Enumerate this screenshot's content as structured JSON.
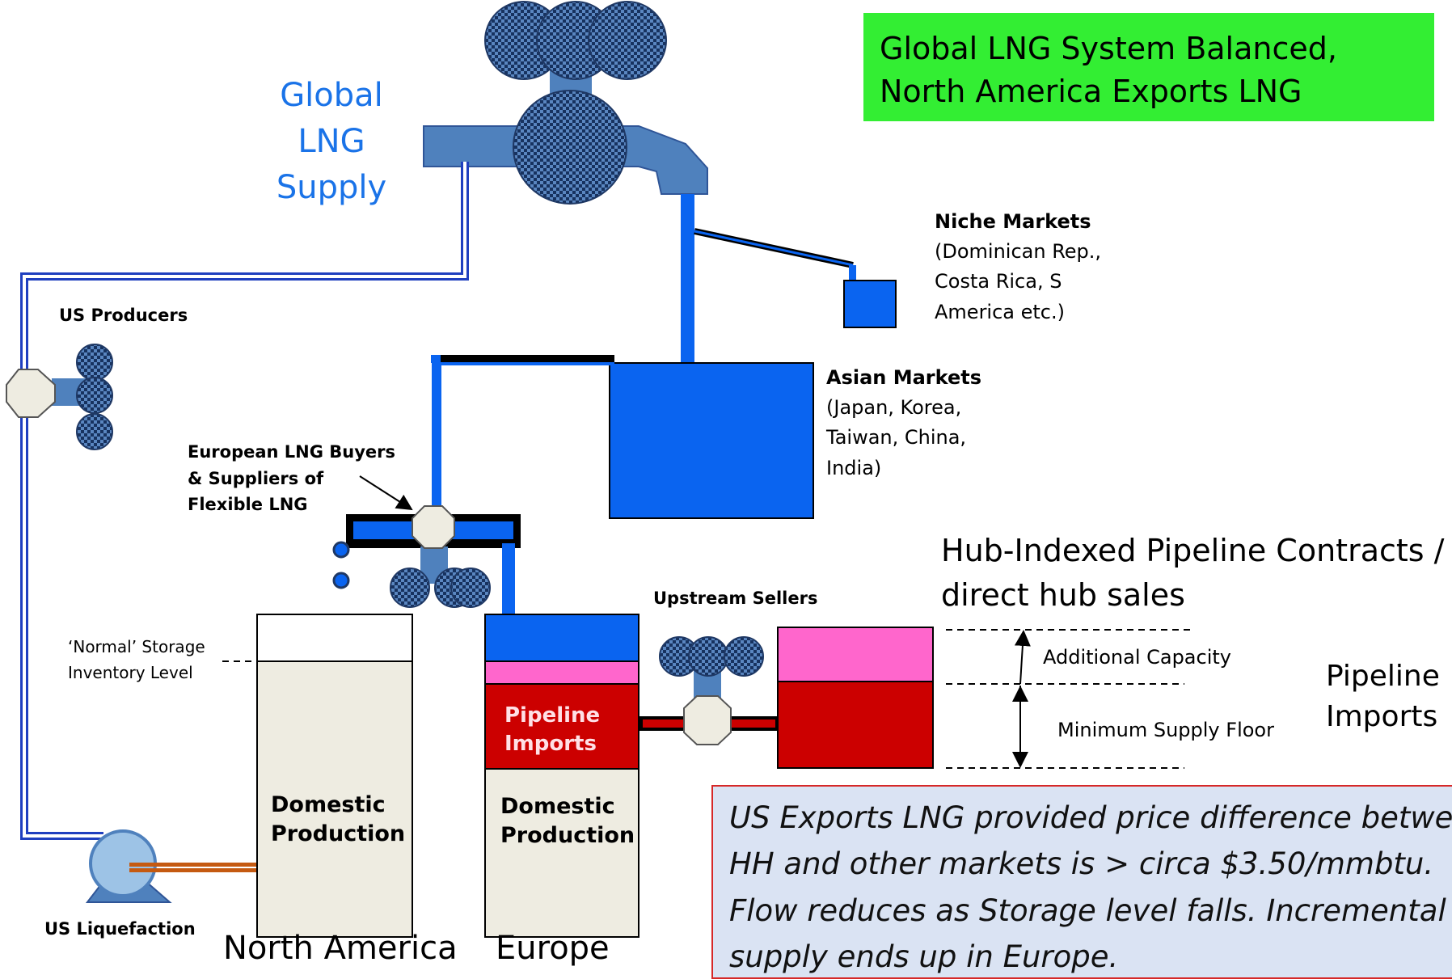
{
  "title_box": {
    "line1": "Global LNG System Balanced,",
    "line2": "North America Exports LNG",
    "color": "#33ee33"
  },
  "global_supply": {
    "line1": "Global",
    "line2": "LNG",
    "line3": "Supply"
  },
  "niche_markets": {
    "title": "Niche Markets",
    "line1": "(Dominican Rep.,",
    "line2": "Costa Rica, S",
    "line3": "America etc.)"
  },
  "asian_markets": {
    "title": "Asian Markets",
    "line1": "(Japan, Korea,",
    "line2": "Taiwan, China,",
    "line3": "India)"
  },
  "us_producers": "US Producers",
  "us_liquefaction": "US Liquefaction",
  "european_buyers": {
    "line1": "European LNG Buyers",
    "line2": "& Suppliers of",
    "line3": "Flexible LNG"
  },
  "storage_level": {
    "line1": "‘Normal’ Storage",
    "line2": "Inventory Level"
  },
  "north_america": {
    "label": "North America",
    "domestic_line1": "Domestic",
    "domestic_line2": "Production"
  },
  "europe": {
    "label": "Europe",
    "pipeline_line1": "Pipeline",
    "pipeline_line2": "Imports",
    "domestic_line1": "Domestic",
    "domestic_line2": "Production"
  },
  "upstream_sellers": "Upstream Sellers",
  "hub_contracts": {
    "line1": "Hub-Indexed Pipeline Contracts /",
    "line2": "direct hub sales"
  },
  "additional_capacity": "Additional Capacity",
  "minimum_supply_floor": "Minimum Supply Floor",
  "pipeline_imports_side": {
    "line1": "Pipeline",
    "line2": "Imports"
  },
  "note": {
    "line1": "US Exports LNG provided price difference between",
    "line2": "HH and other markets is > circa $3.50/mmbtu.",
    "line3": "Flow reduces as Storage level falls. Incremental",
    "line4": "supply ends up in Europe."
  },
  "colors": {
    "lng_blue": "#0a64f0",
    "steel_blue": "#4f81bd",
    "pipeline_red": "#cc0000",
    "additional_pink": "#ff66cc",
    "domestic_beige": "#eeece1",
    "supply_blue_text": "#1a73e8",
    "note_background": "#dae3f3",
    "note_border": "#d62828"
  }
}
